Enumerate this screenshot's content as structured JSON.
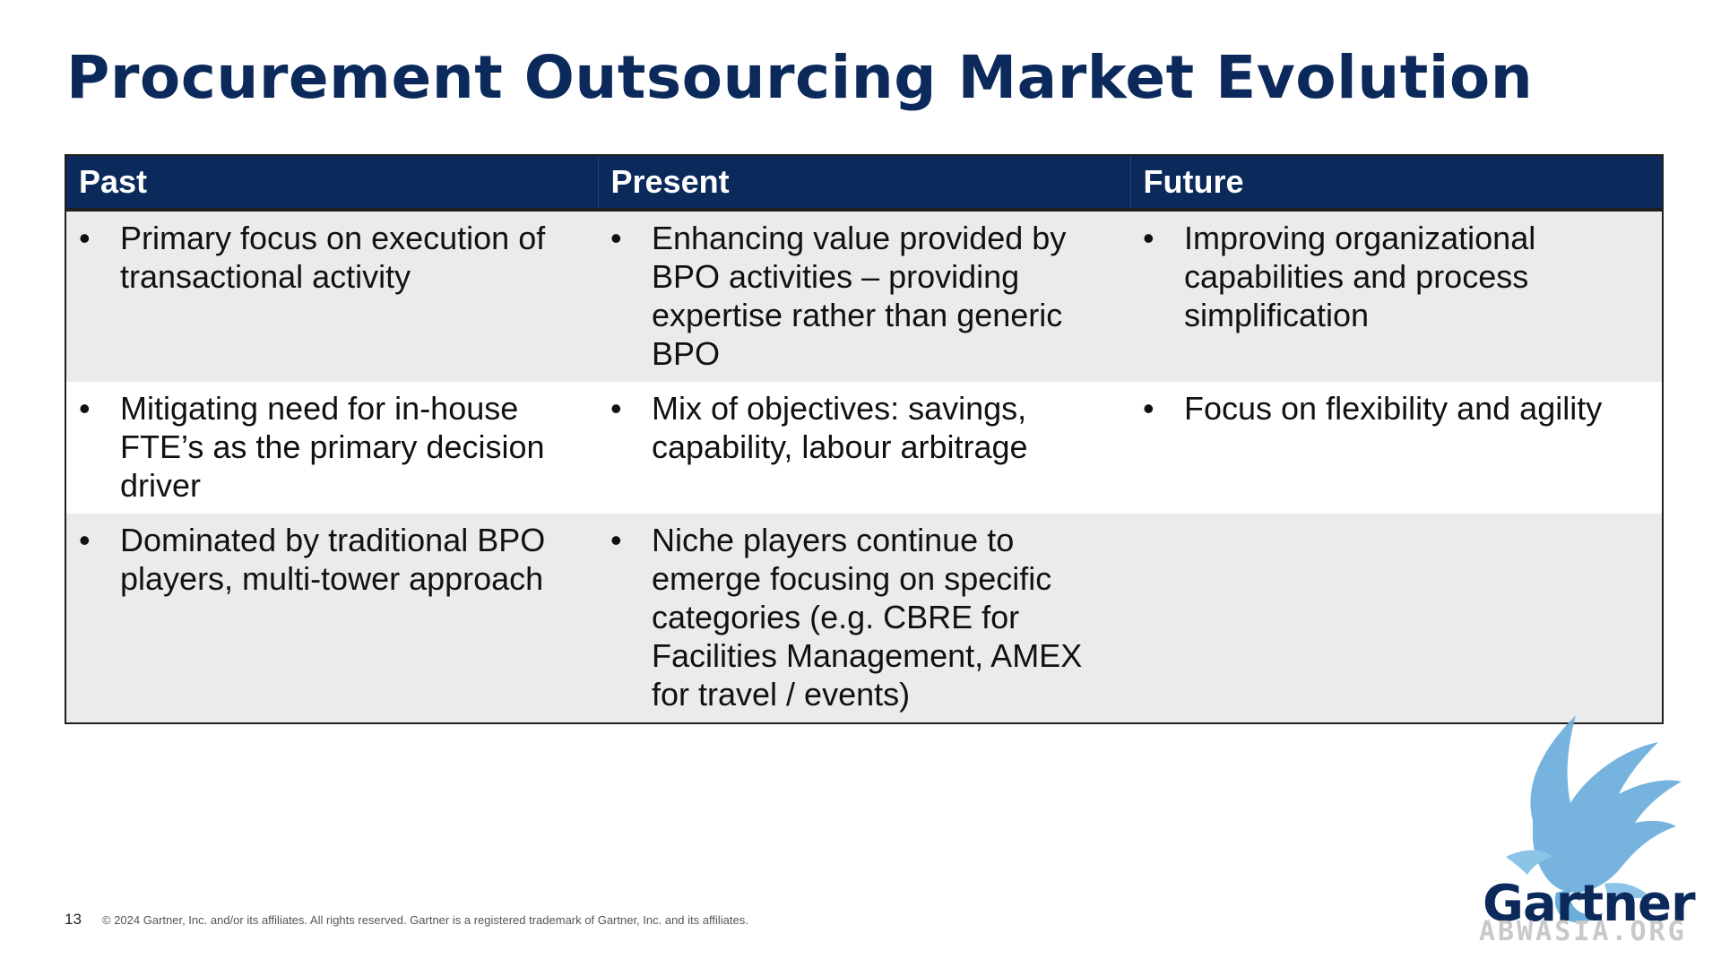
{
  "title": "Procurement Outsourcing Market Evolution",
  "table": {
    "headers": [
      "Past",
      "Present",
      "Future"
    ],
    "rows": [
      [
        "Primary focus on execution of transactional activity",
        "Enhancing value provided by BPO activities – providing expertise rather than generic BPO",
        "Improving organizational capabilities and process simplification"
      ],
      [
        "Mitigating need for in-house FTE’s as the primary decision driver",
        "Mix of objectives: savings, capability, labour arbitrage",
        "Focus on flexibility and agility"
      ],
      [
        "Dominated by traditional BPO players, multi-tower approach",
        "Niche players continue to emerge focusing on specific categories (e.g. CBRE for Facilities Management, AMEX for travel / events)",
        ""
      ]
    ]
  },
  "bullet_char": "•",
  "footer": {
    "page_number": "13",
    "copyright": "© 2024 Gartner, Inc. and/or its affiliates. All rights reserved. Gartner is a registered trademark of Gartner, Inc. and its affiliates."
  },
  "logo": {
    "text": "Gartner",
    "icon": "bird-icon"
  },
  "watermark": "ABWASIA.ORG",
  "colors": {
    "title": "#0b2a5b",
    "header_bg": "#0b2a5b",
    "row_shade": "#ebebeb",
    "logo_bird": "#6aaedc"
  }
}
